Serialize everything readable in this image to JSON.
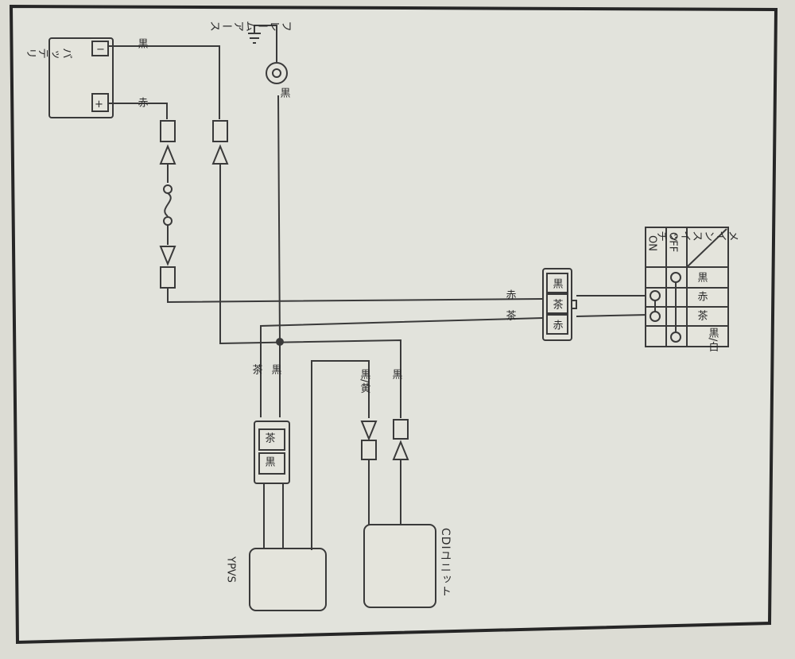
{
  "colors": {
    "paper": "#e2e3dc",
    "ink": "#3a3a3a",
    "frame": "#262626"
  },
  "battery": {
    "label": "バッテリ",
    "minus": "−",
    "plus": "+",
    "minus_wire": "黒",
    "plus_wire": "赤"
  },
  "frame_earth": {
    "label": "フレームアース",
    "wire": "黒"
  },
  "main_connector": {
    "pins": [
      "黒",
      "茶",
      "赤"
    ],
    "left_wires": [
      "赤",
      "茶"
    ]
  },
  "main_switch": {
    "label": "メインスイッチ",
    "states": [
      "OFF",
      "ON"
    ],
    "wires": [
      "黒",
      "赤",
      "茶",
      "黒/白"
    ]
  },
  "ypvs_connector": {
    "pins": [
      "茶",
      "黒"
    ],
    "wires": [
      "茶",
      "黒"
    ]
  },
  "ypvs": {
    "label": "YPVS"
  },
  "cdi": {
    "label": "CDIユニット",
    "wires": [
      "黒/黄",
      "黒"
    ]
  }
}
